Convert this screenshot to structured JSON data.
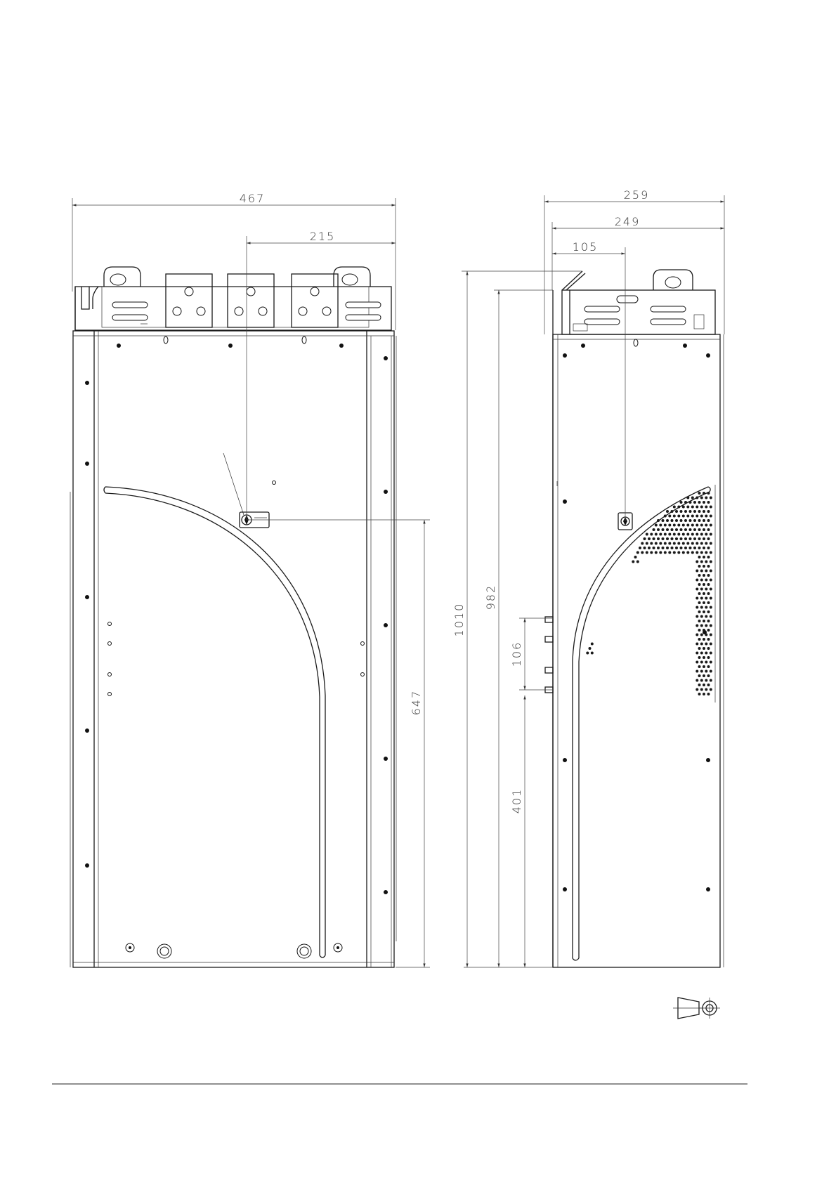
{
  "drawing": {
    "dimensions": {
      "front_width": "467",
      "front_offset": "215",
      "front_center_height": "647",
      "side_depth_total": "259",
      "side_depth_body": "249",
      "side_center_offset": "105",
      "side_height_total": "1010",
      "side_height_body": "982",
      "side_port_span": "106",
      "side_port_height": "401"
    },
    "symbol": "projection-symbol"
  }
}
